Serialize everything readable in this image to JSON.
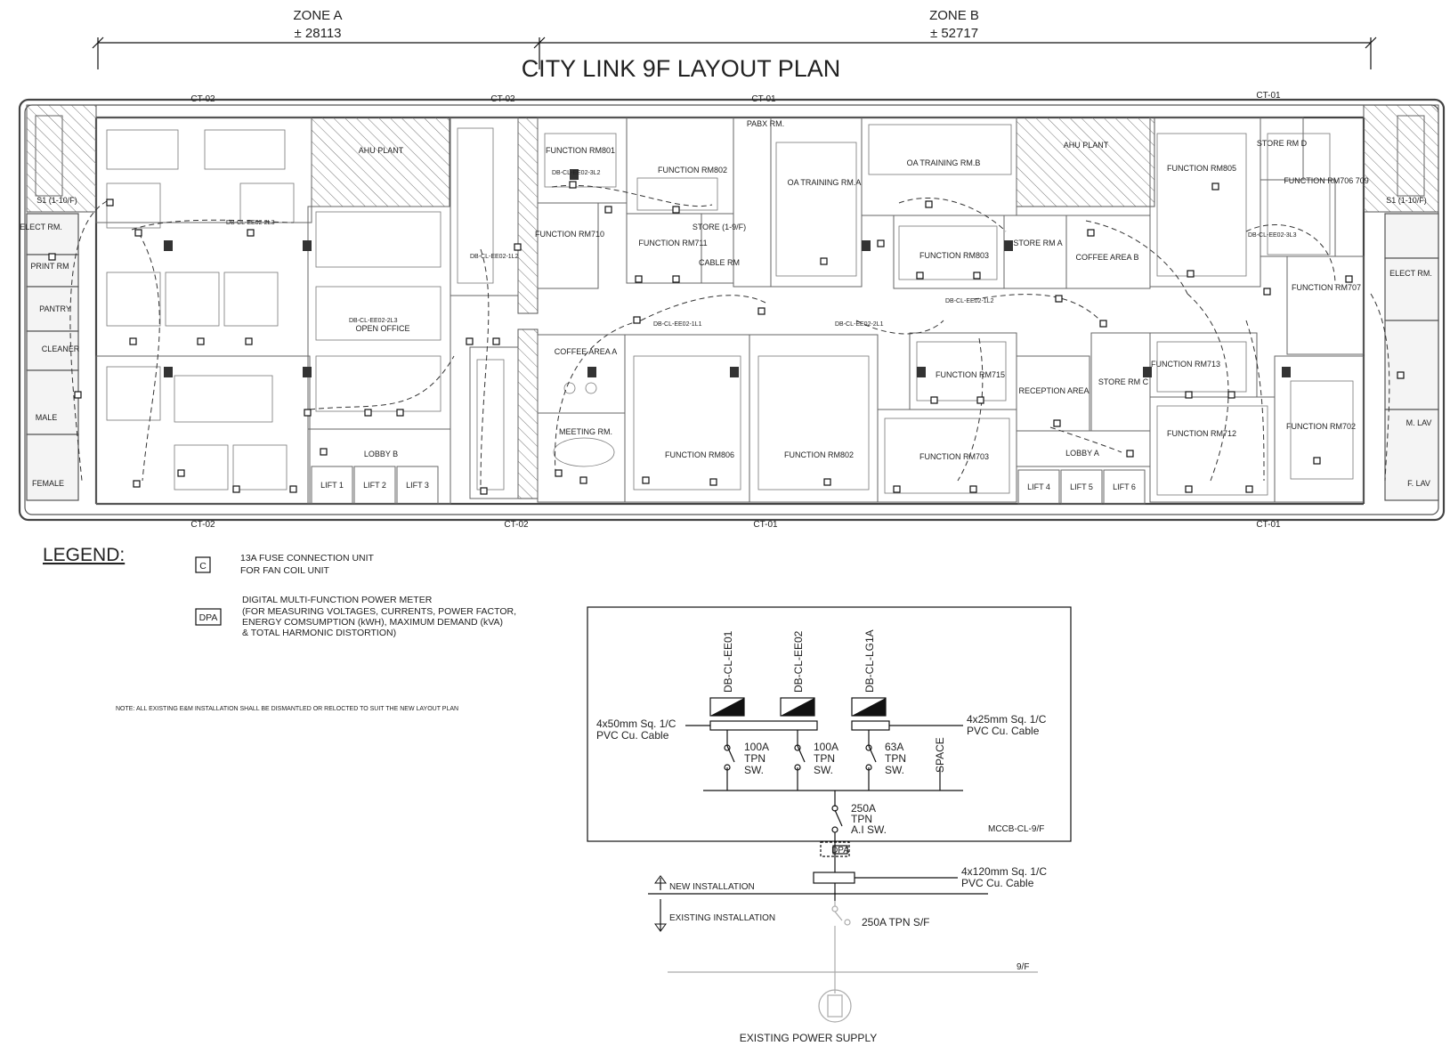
{
  "title": "CITY LINK 9F LAYOUT PLAN",
  "zones": [
    {
      "name": "ZONE A",
      "dimension": "± 28113"
    },
    {
      "name": "ZONE B",
      "dimension": "± 52717"
    }
  ],
  "ct_labels": {
    "top": [
      "CT-02",
      "CT-02",
      "CT-01",
      "CT-01"
    ],
    "bottom": [
      "CT-02",
      "CT-02",
      "CT-01",
      "CT-01"
    ]
  },
  "rooms": {
    "ahu_plant_a": "AHU PLANT",
    "ahu_plant_b": "AHU PLANT",
    "s1_left": "S1 (1-10/F)",
    "s1_right": "S1 (1-10/F)",
    "elect_rm_left": "ELECT RM.",
    "elect_rm_right": "ELECT RM.",
    "print_rm": "PRINT RM",
    "pantry": "PANTRY",
    "cleaner": "CLEANER",
    "male": "MALE",
    "female": "FEMALE",
    "open_office": "OPEN OFFICE",
    "lobby_b": "LOBBY B",
    "lobby_a": "LOBBY A",
    "lifts": [
      "LIFT 1",
      "LIFT 2",
      "LIFT 3",
      "LIFT 4",
      "LIFT 5",
      "LIFT 6"
    ],
    "pabx_rm": "PABX RM.",
    "function_rm801": "FUNCTION RM801",
    "function_rm802": "FUNCTION RM802",
    "function_rm710": "FUNCTION RM710",
    "function_rm711": "FUNCTION RM711",
    "store_1_9f": "STORE (1-9/F)",
    "cable_rm": "CABLE RM",
    "oa_training_rm_a": "OA TRAINING RM.A",
    "oa_training_rm_b": "OA TRAINING RM.B",
    "function_rm803": "FUNCTION RM803",
    "store_rm_a": "STORE RM A",
    "coffee_area_b": "COFFEE AREA B",
    "function_rm805": "FUNCTION RM805",
    "store_rm_d": "STORE RM D",
    "function_rm706_709": "FUNCTION RM706 709",
    "function_rm707": "FUNCTION RM707",
    "coffee_area_a": "COFFEE AREA A",
    "meeting_rm": "MEETING RM.",
    "function_rm806": "FUNCTION RM806",
    "function_rm802_b": "FUNCTION RM802",
    "function_rm715": "FUNCTION RM715",
    "function_rm703": "FUNCTION RM703",
    "reception_area": "RECEPTION AREA",
    "store_rm_c": "STORE RM C",
    "function_rm713": "FUNCTION RM713",
    "function_rm712": "FUNCTION RM712",
    "function_rm702": "FUNCTION RM702",
    "m_lav": "M. LAV",
    "f_lav": "F. LAV"
  },
  "circuit_labels": [
    "DB-CL-EE02-2L3",
    "DB-CL-EE02-1L2",
    "DB-CL-EE02-1L1",
    "DB-CL-EE02-2L1",
    "DB-CL-EE02-1L2",
    "DB-CL-EE02-3L3",
    "DB-CL-EE02-2L3",
    "DB-CL-EE02-3L2"
  ],
  "legend": {
    "heading": "LEGEND:",
    "items": [
      {
        "symbol": "C",
        "lines": [
          "13A FUSE CONNECTION UNIT",
          "FOR FAN COIL UNIT"
        ]
      },
      {
        "symbol": "DPA",
        "lines": [
          "DIGITAL MULTI-FUNCTION POWER METER",
          "(FOR MEASURING VOLTAGES, CURRENTS, POWER FACTOR,",
          "ENERGY COMSUMPTION (kWH), MAXIMUM DEMAND (kVA)",
          "& TOTAL HARMONIC DISTORTION)"
        ]
      }
    ],
    "note": "NOTE: ALL EXISTING E&M INSTALLATION SHALL BE DISMANTLED OR RELOCTED TO SUIT THE NEW LAYOUT PLAN"
  },
  "schematic": {
    "boards": [
      "DB-CL-EE01",
      "DB-CL-EE02",
      "DB-CL-LG1A"
    ],
    "cable_left": [
      "4x50mm Sq. 1/C",
      "PVC Cu. Cable"
    ],
    "cable_right": [
      "4x25mm Sq. 1/C",
      "PVC Cu. Cable"
    ],
    "switches": [
      [
        "100A",
        "TPN",
        "SW."
      ],
      [
        "100A",
        "TPN",
        "SW."
      ],
      [
        "63A",
        "TPN",
        "SW."
      ]
    ],
    "space": "SPACE",
    "main_switch": [
      "250A",
      "TPN",
      "A.I SW."
    ],
    "panel_name": "MCCB-CL-9/F",
    "meter": "DPA",
    "incoming_cable": [
      "4x120mm Sq. 1/C",
      "PVC Cu. Cable"
    ],
    "new_installation": "NEW INSTALLATION",
    "existing_installation": "EXISTING INSTALLATION",
    "existing_switch": "250A TPN S/F",
    "floor_level": "9/F",
    "existing_supply": "EXISTING POWER SUPPLY"
  }
}
